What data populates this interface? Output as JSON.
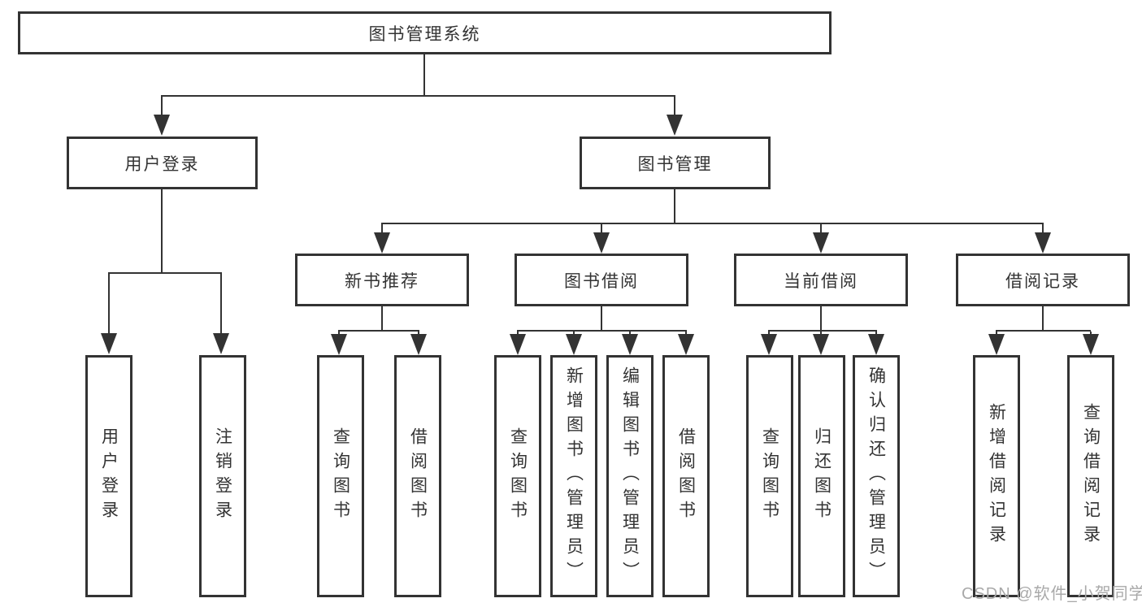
{
  "diagram": {
    "root": {
      "label": "图书管理系统"
    },
    "level2": {
      "user_login": {
        "label": "用户登录"
      },
      "book_management": {
        "label": "图书管理"
      }
    },
    "level3": {
      "new_book_recommend": {
        "label": "新书推荐"
      },
      "book_borrowing": {
        "label": "图书借阅"
      },
      "current_borrowing": {
        "label": "当前借阅"
      },
      "borrowing_records": {
        "label": "借阅记录"
      }
    },
    "leaves": {
      "user_login": "用户登录",
      "logout": "注销登录",
      "recommend_query_books": "查询图书",
      "recommend_borrow_books": "借阅图书",
      "borrowing_query_books": "查询图书",
      "borrowing_add_books": "新增图书（管理员）",
      "borrowing_edit_books": "编辑图书（管理员）",
      "borrowing_borrow_books": "借阅图书",
      "current_query_books": "查询图书",
      "current_return_books": "归还图书",
      "current_confirm_return": "确认归还（管理员）",
      "records_add_record": "新增借阅记录",
      "records_query_record": "查询借阅记录"
    }
  },
  "watermark": "CSDN @软件_小贺同学",
  "colors": {
    "line": "#333333",
    "text": "#333333",
    "box_background": "#ffffff",
    "page_background": "#ffffff",
    "watermark": "#a9a9a9"
  }
}
